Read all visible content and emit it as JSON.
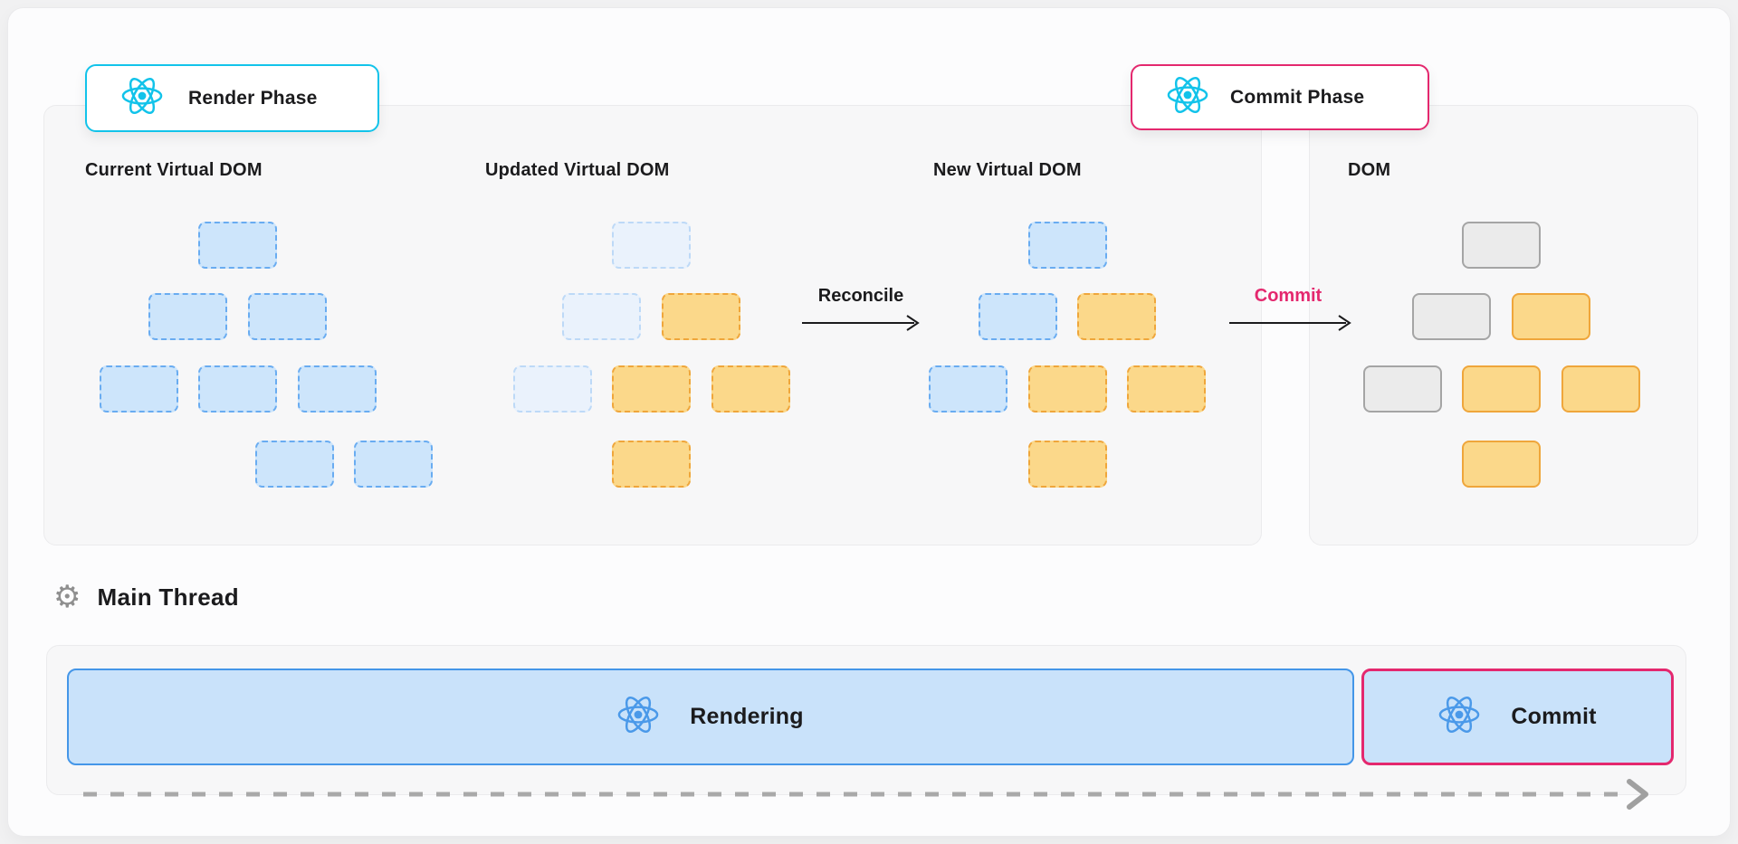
{
  "badges": {
    "render": {
      "label": "Render Phase"
    },
    "commit": {
      "label": "Commit Phase"
    }
  },
  "trees": [
    {
      "id": "current",
      "title": "Current Virtual DOM",
      "nodes": [
        {
          "slot": "0",
          "state": "blue"
        },
        {
          "slot": "1L",
          "state": "blue"
        },
        {
          "slot": "1R",
          "state": "blue"
        },
        {
          "slot": "2L",
          "state": "blue"
        },
        {
          "slot": "2M",
          "state": "blue"
        },
        {
          "slot": "2R",
          "state": "blue"
        },
        {
          "slot": "3A",
          "state": "blue"
        },
        {
          "slot": "3B",
          "state": "blue"
        }
      ]
    },
    {
      "id": "updated",
      "title": "Updated Virtual DOM",
      "nodes": [
        {
          "slot": "0",
          "state": "faded"
        },
        {
          "slot": "1L",
          "state": "faded"
        },
        {
          "slot": "1R",
          "state": "orange"
        },
        {
          "slot": "2L",
          "state": "faded"
        },
        {
          "slot": "2M",
          "state": "orange"
        },
        {
          "slot": "2R",
          "state": "orange"
        },
        {
          "slot": "3M",
          "state": "orange"
        }
      ]
    },
    {
      "id": "new",
      "title": "New Virtual DOM",
      "nodes": [
        {
          "slot": "0",
          "state": "blue"
        },
        {
          "slot": "1L",
          "state": "blue"
        },
        {
          "slot": "1R",
          "state": "orange"
        },
        {
          "slot": "2L",
          "state": "blue"
        },
        {
          "slot": "2M",
          "state": "orange"
        },
        {
          "slot": "2R",
          "state": "orange"
        },
        {
          "slot": "3M",
          "state": "orange"
        }
      ]
    },
    {
      "id": "dom",
      "title": "DOM",
      "nodes": [
        {
          "slot": "0",
          "state": "gray"
        },
        {
          "slot": "1L",
          "state": "gray"
        },
        {
          "slot": "1R",
          "state": "orange-solid"
        },
        {
          "slot": "2L",
          "state": "gray"
        },
        {
          "slot": "2M",
          "state": "orange-solid"
        },
        {
          "slot": "2R",
          "state": "orange-solid"
        },
        {
          "slot": "3M",
          "state": "orange-solid"
        }
      ]
    }
  ],
  "arrows": {
    "reconcile": {
      "label": "Reconcile"
    },
    "commit": {
      "label": "Commit"
    }
  },
  "main_thread": {
    "label": "Main Thread"
  },
  "timeline": {
    "bars": [
      {
        "id": "rendering",
        "label": "Rendering"
      },
      {
        "id": "commit",
        "label": "Commit"
      }
    ]
  },
  "colors": {
    "cyan_accent": "#12c3ea",
    "pink_accent": "#e4286e",
    "react_blue": "#4a99e9",
    "blue_node_fill": "#cde5fb",
    "blue_node_border": "#69acf1",
    "faded_node_fill": "#eaf2fc",
    "faded_node_border": "#bdd9f7",
    "orange_node_fill": "#fbd88a",
    "orange_node_border": "#efa63b",
    "gray_node_fill": "#ebebeb",
    "gray_node_border": "#a5a5a5",
    "bar_fill": "#c9e2fa",
    "bar_blue_border": "#4496e8",
    "text": "#1b1b1d"
  }
}
